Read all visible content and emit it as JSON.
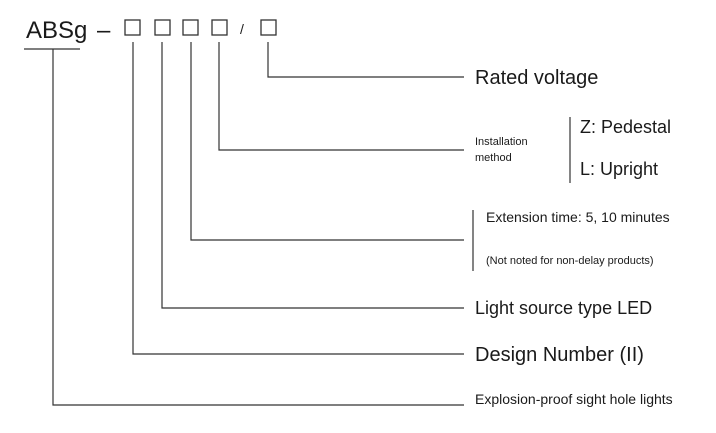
{
  "model_code": {
    "prefix": "ABSg",
    "dash": "–",
    "slash": "/"
  },
  "labels": {
    "rated_voltage": "Rated voltage",
    "installation_method_line1": "Installation",
    "installation_method_line2": "method",
    "pedestal": "Z: Pedestal",
    "upright": "L: Upright",
    "extension_time": "Extension time: 5, 10 minutes",
    "extension_note": "(Not noted for non-delay products)",
    "light_source": "Light source type LED",
    "design_number": "Design Number (II)",
    "product_name": "Explosion-proof sight hole lights"
  }
}
